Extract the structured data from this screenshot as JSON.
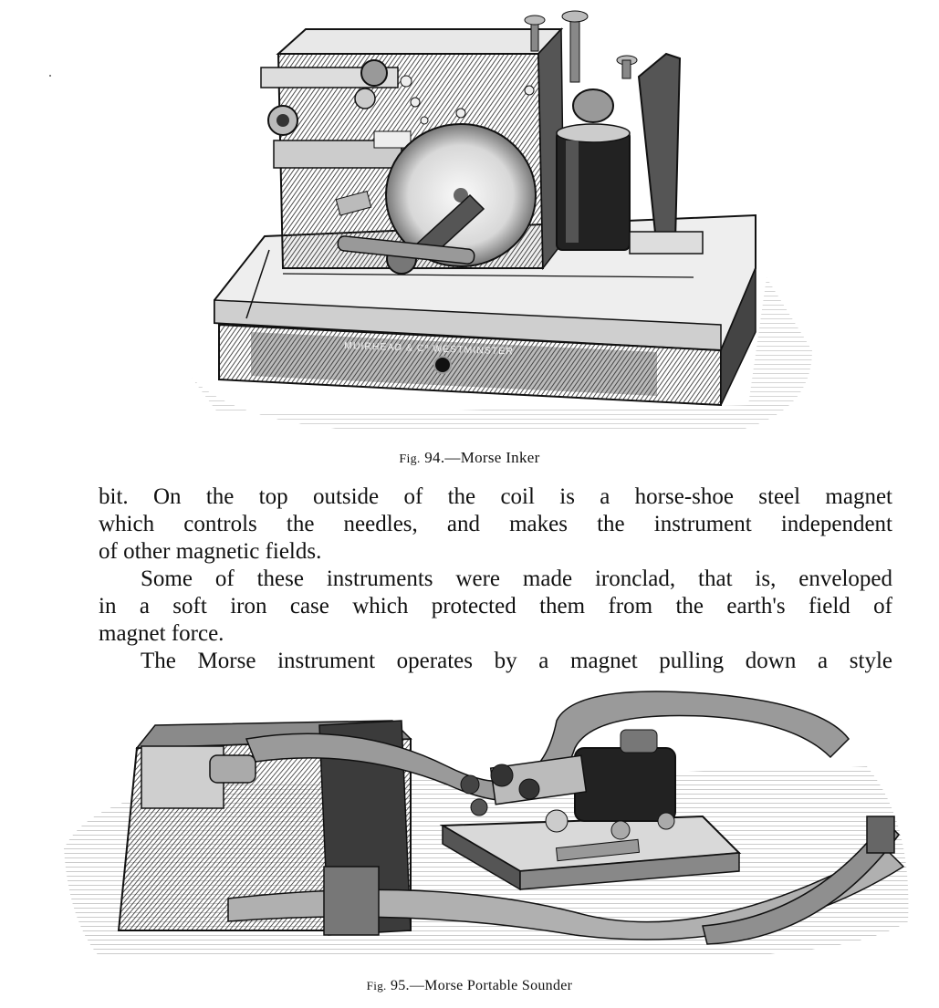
{
  "figures": [
    {
      "label_prefix": "Fig.",
      "number": "94.",
      "dash": "—",
      "title": "Morse Inker",
      "engraved_text": "MUIRHEAD & Cº WESTMINSTER"
    },
    {
      "label_prefix": "Fig.",
      "number": "95.",
      "dash": "—",
      "title": "Morse Portable Sounder"
    }
  ],
  "paragraphs": [
    {
      "lines": [
        "bit.  On the top outside of the coil is a horse-shoe steel magnet",
        "which controls the needles, and makes the instrument independent",
        "of other magnetic fields."
      ]
    },
    {
      "lines": [
        "Some of these instruments were made ironclad, that is, enveloped",
        "in a soft iron case which protected them from the earth's field of",
        "magnet force."
      ]
    },
    {
      "lines": [
        "The Morse instrument operates by a magnet pulling down a style"
      ]
    }
  ]
}
